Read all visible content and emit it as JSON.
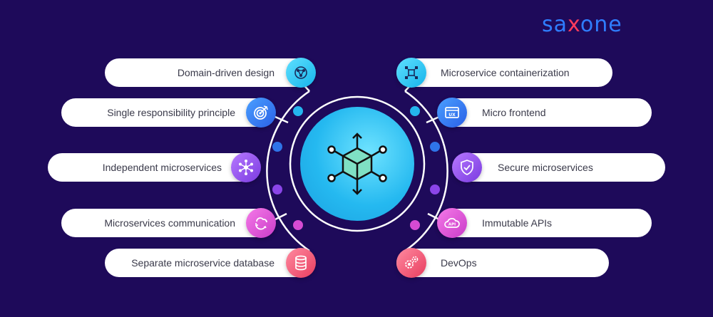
{
  "brand": {
    "logo_pre": "sa",
    "logo_x": "x",
    "logo_post": "one"
  },
  "left_items": [
    {
      "label": "Domain-driven design",
      "icon": "brain-network-icon"
    },
    {
      "label": "Single responsibility principle",
      "icon": "target-icon"
    },
    {
      "label": "Independent microservices",
      "icon": "network-nodes-icon"
    },
    {
      "label": "Microservices communication",
      "icon": "cloud-sync-icon"
    },
    {
      "label": "Separate microservice database",
      "icon": "database-icon"
    }
  ],
  "right_items": [
    {
      "label": "Microservice containerization",
      "icon": "container-grid-icon"
    },
    {
      "label": "Micro frontend",
      "icon": "ux-window-icon"
    },
    {
      "label": "Secure microservices",
      "icon": "shield-check-icon"
    },
    {
      "label": "Immutable APIs",
      "icon": "api-cloud-icon"
    },
    {
      "label": "DevOps",
      "icon": "gears-icon"
    }
  ],
  "hub": {
    "icon": "cube-network-icon"
  },
  "colors": {
    "background": "#1e0a5a",
    "brand_blue": "#2f7dff",
    "brand_red": "#ff3b5c",
    "hub_cyan": "#25b9f0",
    "badge_cyan": "#1fc5ef",
    "badge_blue": "#2f6df0",
    "badge_purple": "#8b45e8",
    "badge_pink": "#e04bd0",
    "badge_red": "#f04a6a"
  }
}
